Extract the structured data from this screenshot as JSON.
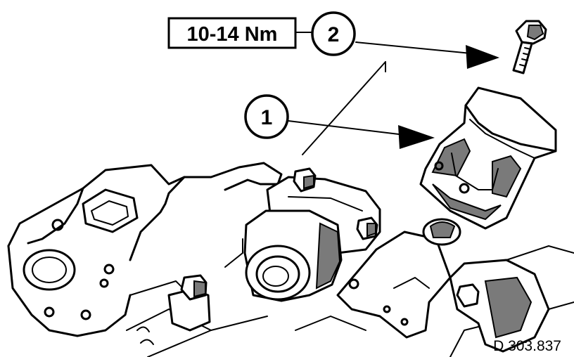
{
  "torque_label": "10-14 Nm",
  "callouts": [
    {
      "id": "1",
      "label": "1"
    },
    {
      "id": "2",
      "label": "2"
    }
  ],
  "reference_code": "D.303.837"
}
